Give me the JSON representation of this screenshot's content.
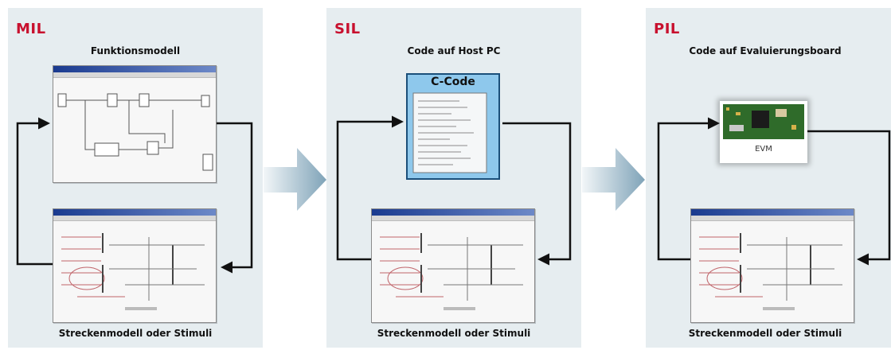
{
  "panels": [
    {
      "tag": "MIL",
      "title": "Funktionsmodell",
      "caption": "Streckenmodell oder Stimuli"
    },
    {
      "tag": "SIL",
      "title": "Code auf Host PC",
      "caption": "Streckenmodell oder Stimuli",
      "code_label": "C-Code"
    },
    {
      "tag": "PIL",
      "title": "Code auf Evaluierungsboard",
      "caption": "Streckenmodell oder Stimuli",
      "board_label": "EVM"
    }
  ],
  "colors": {
    "tag": "#c8102e",
    "panel": "#e6edf0",
    "arrow": "#8fb0c4"
  }
}
